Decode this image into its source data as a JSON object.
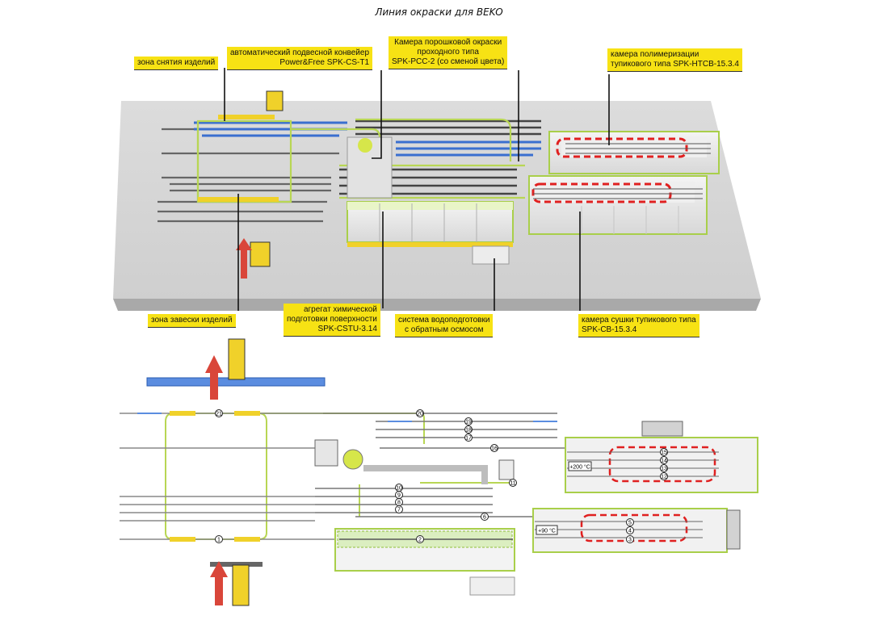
{
  "title": "Линия окраски для BEKO",
  "labels": {
    "removal_zone": "зона снятия изделий",
    "conveyor": "автоматический подвесной конвейер\nPower&Free SPK-CS-T1",
    "powder_booth": "Камера порошковой окраски\nпроходного типа\nSPK-PCC-2 (со сменой цвета)",
    "polymer_chamber": "камера полимеризации\nтупикового типа SPK-HTCB-15.3.4",
    "hanging_zone": "зона завески изделий",
    "chem_unit": "агрегат химической\nподготовки поверхности\nSPK-CSTU-3.14",
    "water_system": "система водоподготовки\nс обратным осмосом",
    "drying_chamber": "камера сушки тупикового типа\nSPK-CB-15.3.4"
  },
  "plan": {
    "temp_polymer": "+200 °C",
    "temp_drying": "+90 °C",
    "markers": [
      "1",
      "2",
      "3",
      "4",
      "5",
      "6",
      "7",
      "8",
      "9",
      "10",
      "11",
      "12",
      "13",
      "14",
      "15",
      "16",
      "17",
      "18",
      "19",
      "20",
      "21"
    ]
  },
  "colors": {
    "label_bg": "#f7e214",
    "track": "#b8d654",
    "flow_arrow": "#d9463a",
    "oven_path": "#e02020",
    "belt": "#3a6fcf"
  }
}
